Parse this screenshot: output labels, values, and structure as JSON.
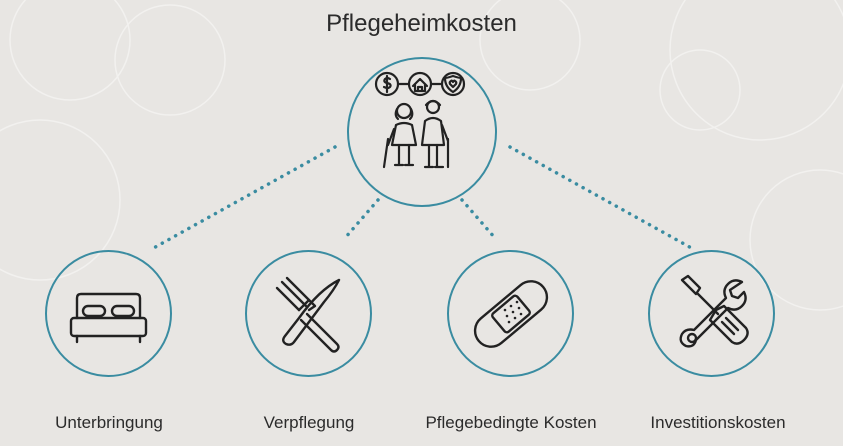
{
  "title": "Pflegeheimkosten",
  "accent_color": "#3a8ca1",
  "background_color": "#e8e6e3",
  "center": {
    "icon": "elderly-couple-with-cost-icons",
    "badges": [
      "dollar-icon",
      "house-icon",
      "shield-heart-icon"
    ]
  },
  "categories": [
    {
      "label": "Unterbringung",
      "icon": "bed-icon"
    },
    {
      "label": "Verpflegung",
      "icon": "fork-knife-icon"
    },
    {
      "label": "Pflegebedingte Kosten",
      "icon": "bandage-icon"
    },
    {
      "label": "Investitionskosten",
      "icon": "tools-icon"
    }
  ]
}
